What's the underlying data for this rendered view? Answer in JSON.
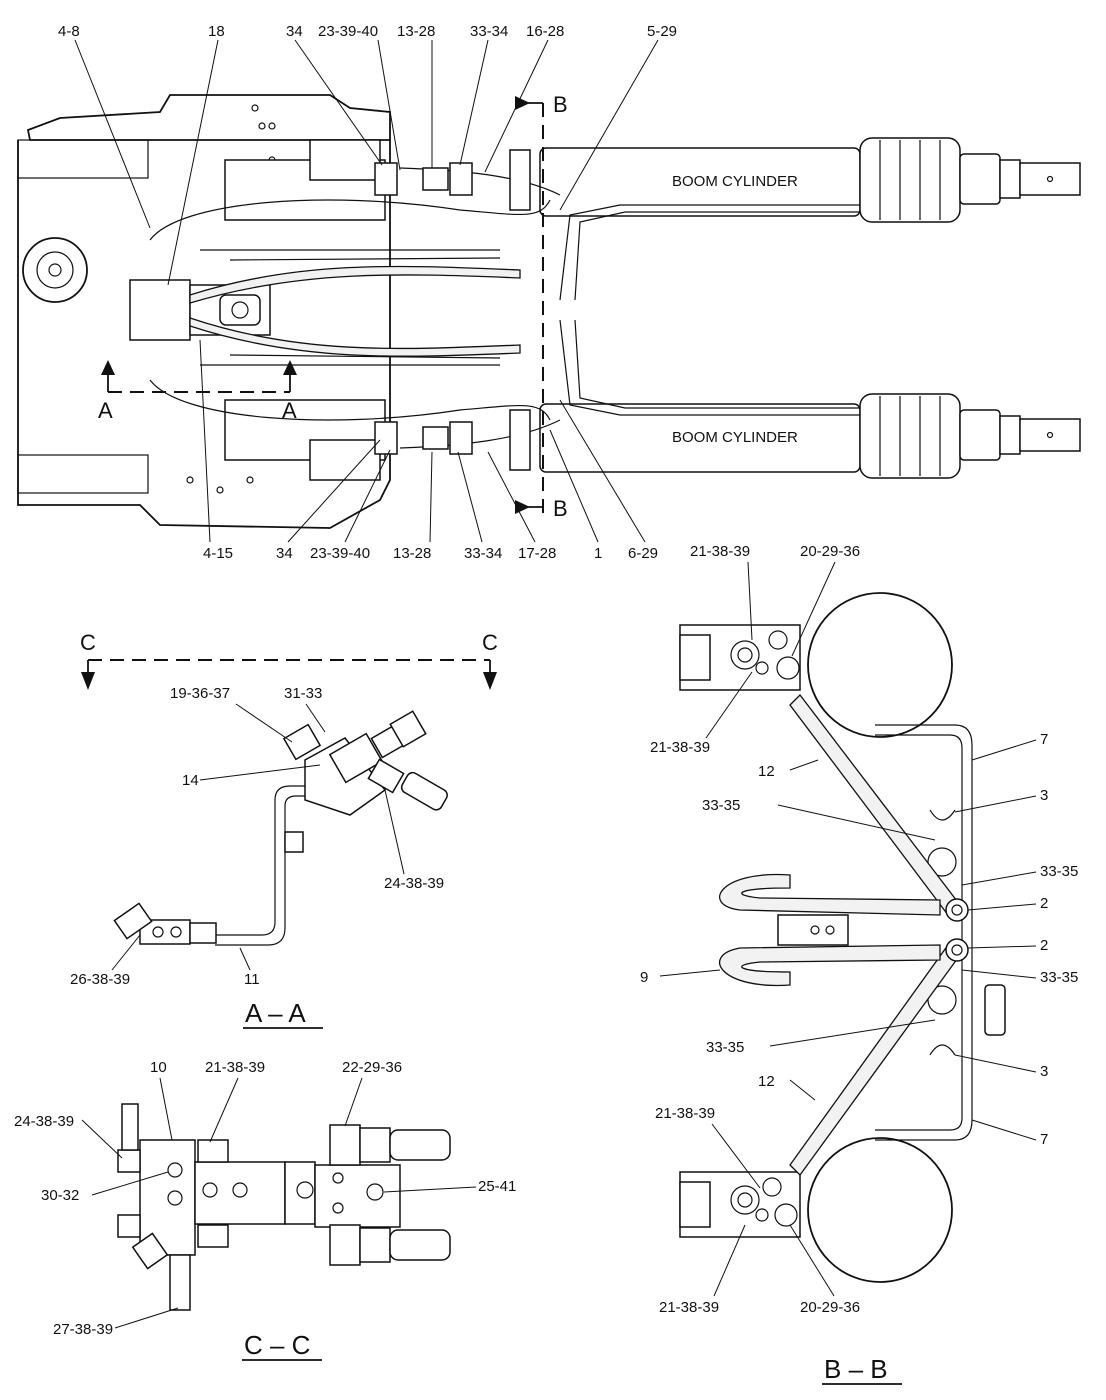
{
  "top_view": {
    "cylinder_label_upper": "BOOM CYLINDER",
    "cylinder_label_lower": "BOOM CYLINDER",
    "top_callouts": [
      "4-8",
      "18",
      "34",
      "23-39-40",
      "13-28",
      "33-34",
      "16-28",
      "5-29"
    ],
    "bottom_callouts": [
      "4-15",
      "34",
      "23-39-40",
      "13-28",
      "33-34",
      "17-28",
      "1",
      "6-29"
    ],
    "section_marker_a": "A",
    "section_marker_b": "B"
  },
  "section_aa": {
    "title": "A – A",
    "marker_c": "C",
    "callouts": [
      "19-36-37",
      "31-33",
      "14",
      "24-38-39",
      "26-38-39",
      "11"
    ]
  },
  "section_cc": {
    "title": "C – C",
    "callouts": [
      "10",
      "21-38-39",
      "22-29-36",
      "24-38-39",
      "30-32",
      "25-41",
      "27-38-39"
    ]
  },
  "section_bb": {
    "title": "B – B",
    "callouts_left": [
      "21-38-39",
      "21-38-39",
      "12",
      "33-35",
      "9",
      "33-35",
      "12",
      "21-38-39",
      "21-38-39"
    ],
    "callouts_right": [
      "20-29-36",
      "7",
      "3",
      "33-35",
      "2",
      "2",
      "33-35",
      "3",
      "7",
      "20-29-36"
    ]
  }
}
